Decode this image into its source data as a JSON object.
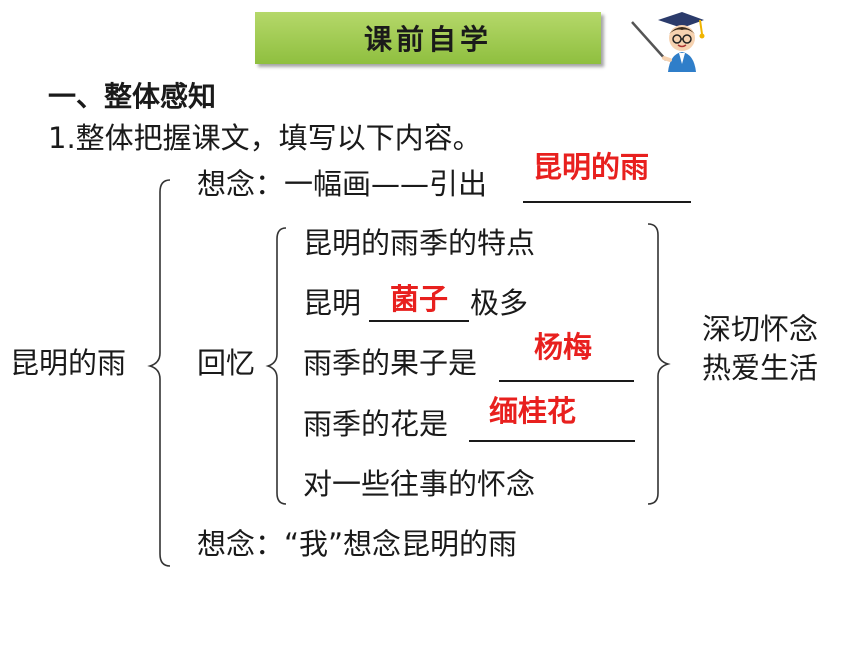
{
  "banner": {
    "title": "课前自学"
  },
  "section": {
    "heading": "一、整体感知",
    "task": "1.整体把握课文，填写以下内容。"
  },
  "root_label": "昆明的雨",
  "top_line": {
    "prefix": "想念：一幅画——引出",
    "answer": "昆明的雨"
  },
  "recall": {
    "label": "回忆",
    "items": [
      {
        "text": "昆明的雨季的特点"
      },
      {
        "prefix": "昆明",
        "answer": "菌子",
        "suffix": "极多"
      },
      {
        "prefix": "雨季的果子是",
        "answer": "杨梅"
      },
      {
        "prefix": "雨季的花是",
        "answer": "缅桂花"
      },
      {
        "text": "对一些往事的怀念"
      }
    ]
  },
  "bottom_line": {
    "text": "想念：“我”想念昆明的雨"
  },
  "conclusion": {
    "line1": "深切怀念",
    "line2": "热爱生活"
  },
  "colors": {
    "answer": "#e8201e",
    "banner_green": "#9cc94b"
  },
  "icons": {
    "mascot": "teacher-with-pointer-icon"
  }
}
